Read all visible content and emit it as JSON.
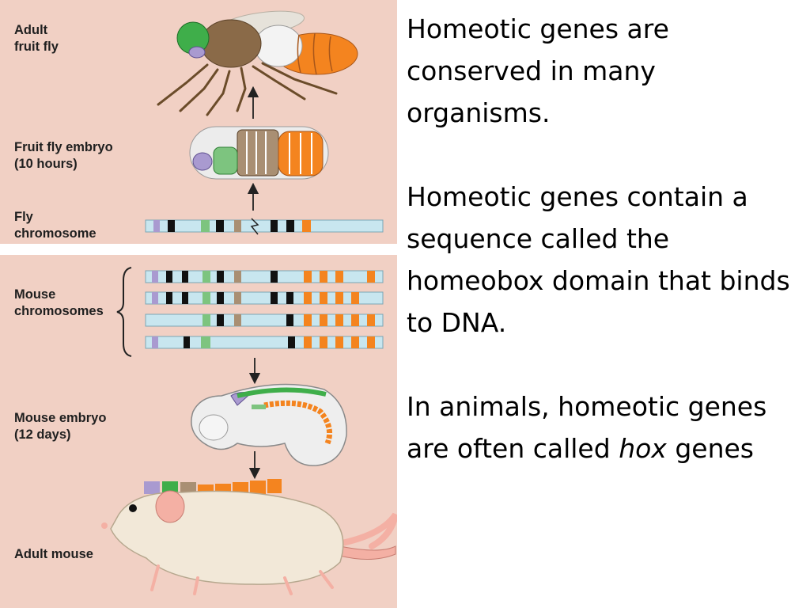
{
  "figure": {
    "labels": {
      "adult_fly": "Adult\nfruit fly",
      "fly_embryo": "Fruit fly embryo\n(10 hours)",
      "fly_chromosome": "Fly\nchromosome",
      "mouse_chromosomes": "Mouse\nchromosomes",
      "mouse_embryo": "Mouse embryo\n(12 days)",
      "adult_mouse": "Adult mouse"
    },
    "colors": {
      "background": "#f1d0c4",
      "chromosome": "#c8e6ef",
      "purple": "#a99ad0",
      "black": "#111111",
      "green": "#7dc47f",
      "tan": "#a98f73",
      "orange": "#f4841f"
    }
  },
  "text": {
    "p1": "Homeotic genes are conserved in many organisms.",
    "p2": "Homeotic genes contain a sequence called the homeobox domain that binds to DNA.",
    "p3_before": "In animals, homeotic genes are often called ",
    "p3_em": "hox",
    "p3_after": " genes"
  }
}
